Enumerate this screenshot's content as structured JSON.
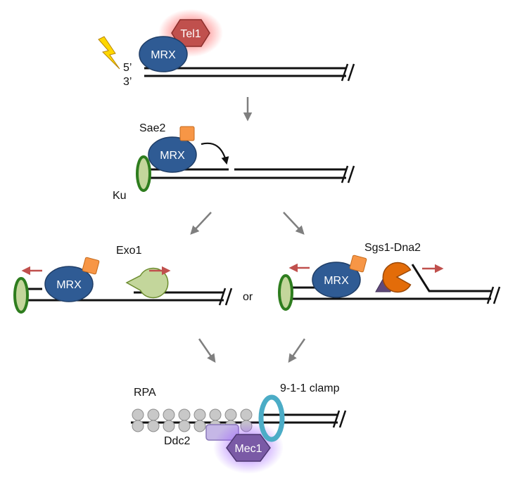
{
  "labels": {
    "tel1": "Tel1",
    "mrx": "MRX",
    "five_prime": "5’",
    "three_prime": "3’",
    "sae2": "Sae2",
    "ku": "Ku",
    "exo1": "Exo1",
    "or": "or",
    "sgs1_dna2": "Sgs1-Dna2",
    "rpa": "RPA",
    "clamp_911": "9-1-1 clamp",
    "ddc2": "Ddc2",
    "mec1": "Mec1"
  },
  "colors": {
    "mrx": "#2f5b94",
    "tel1": "#c0504d",
    "sae2": "#f79646",
    "ku_ring": "#2e7d1e",
    "exo1": "#c3d69b",
    "dna2": "#e36c09",
    "sgs1": "#5f497a",
    "rpa": "#c8c8c8",
    "clamp": "#4bacc6",
    "ddc2": "#c5b7e6",
    "mec1": "#7a5aa6",
    "flow_arrow": "#7f7f7f",
    "motion_arrow": "#c0504d",
    "lightning": "#ffd700"
  }
}
